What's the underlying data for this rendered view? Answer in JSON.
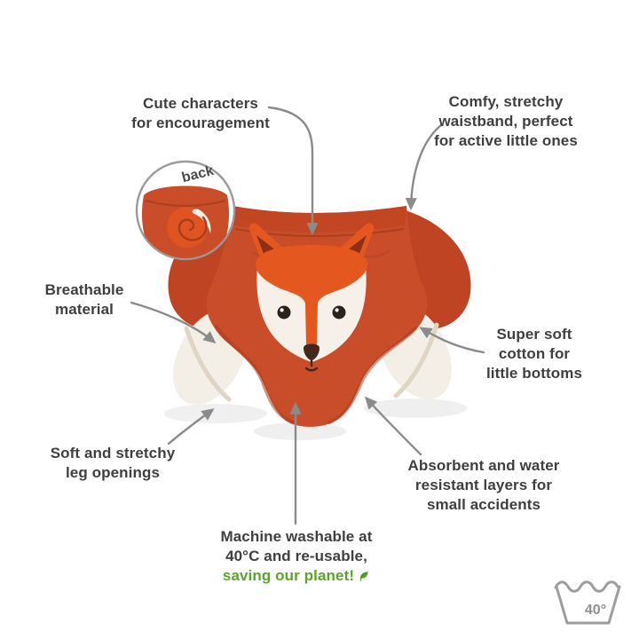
{
  "colors": {
    "pant_orange": "#ca4d2a",
    "fox_bright_orange": "#e4571e",
    "cotton_white": "#f4efe6",
    "accent_green": "#58a529",
    "text_gray": "#3f3f3f",
    "connector_gray": "#8b8b8b"
  },
  "inset": {
    "label": "back"
  },
  "callouts": {
    "cute": "Cute characters\nfor encouragement",
    "comfy": "Comfy, stretchy\nwaistband, perfect\nfor active little ones",
    "breathable": "Breathable\nmaterial",
    "supersoft": "Super soft\ncotton for\nlittle bottoms",
    "leg": "Soft and stretchy\nleg openings",
    "absorbent": "Absorbent and water\nresistant layers for\nsmall accidents",
    "machine_main": "Machine washable at\n40°C and re-usable,",
    "machine_green": "saving our planet!"
  },
  "wash": {
    "temp": "40°"
  }
}
